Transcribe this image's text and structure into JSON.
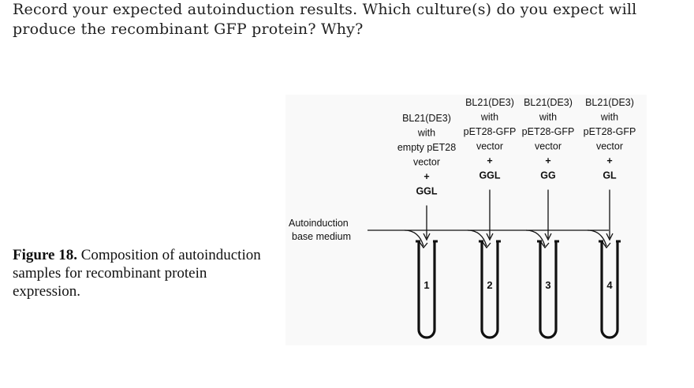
{
  "question": "Record your expected autoinduction results. Which culture(s) do you expect will produce the recombinant GFP protein? Why?",
  "caption": {
    "label": "Figure 18.",
    "text": " Composition of autoinduction samples for recombinant protein expression."
  },
  "figure": {
    "medium_label": [
      "Autoinduction",
      "base medium"
    ],
    "tubes": [
      {
        "number": "1",
        "lines": [
          "BL21(DE3)",
          "with",
          "empty pET28",
          "vector",
          "+",
          "GGL"
        ]
      },
      {
        "number": "2",
        "lines": [
          "BL21(DE3)",
          "with",
          "pET28-GFP",
          "vector",
          "+",
          "GGL"
        ]
      },
      {
        "number": "3",
        "lines": [
          "BL21(DE3)",
          "with",
          "pET28-GFP",
          "vector",
          "+",
          "GG"
        ]
      },
      {
        "number": "4",
        "lines": [
          "BL21(DE3)",
          "with",
          "pET28-GFP",
          "vector",
          "+",
          "GL"
        ]
      }
    ]
  }
}
